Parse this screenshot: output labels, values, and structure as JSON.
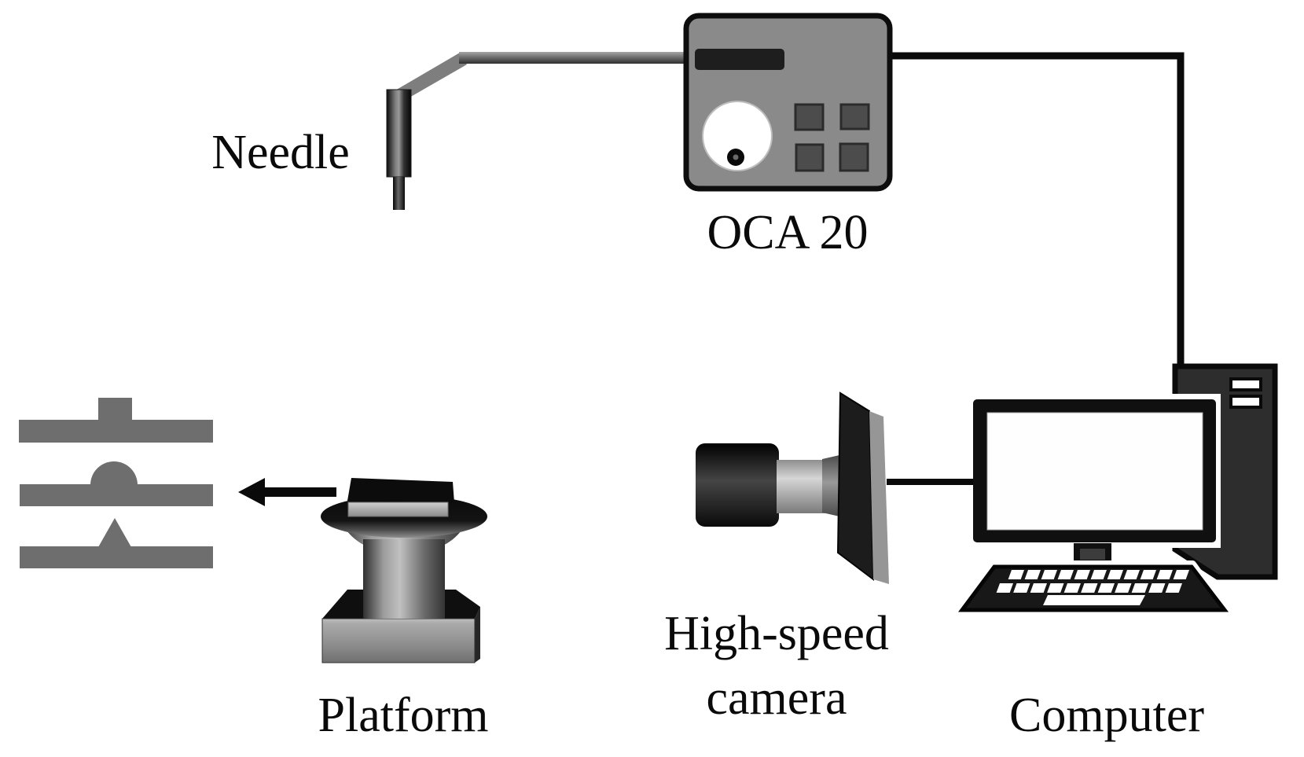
{
  "diagram": {
    "background": "#ffffff",
    "labels": {
      "needle": "Needle",
      "oca": "OCA 20",
      "camera_line1": "High-speed",
      "camera_line2": "camera",
      "computer": "Computer",
      "platform": "Platform"
    },
    "colors": {
      "device_body": "#8a8a8a",
      "stage_gray": "#6e6e6e",
      "dark_outline": "#0a0a0a",
      "tower_dark": "#2d2d2d",
      "screen_white": "#ffffff",
      "text": "#000000"
    }
  }
}
